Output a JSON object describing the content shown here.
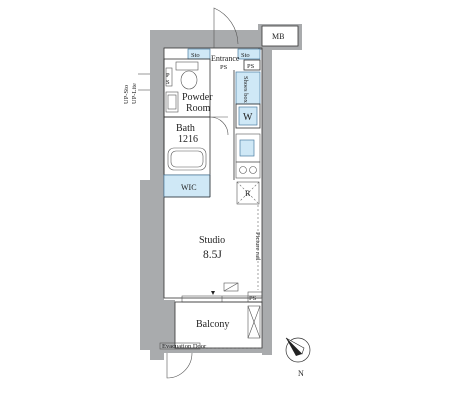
{
  "labels": {
    "mb": "MB",
    "sto_left": "Sto",
    "sto_right": "Sto",
    "entrance": "Entrance",
    "entrance_sub": "PS",
    "ps_entrance": "PS",
    "ps_balcony": "PS",
    "p_small": "P",
    "s_small": "S",
    "powder_room_1": "Powder",
    "powder_room_2": "Room",
    "shoes_box": "Shoes box",
    "w": "W",
    "bath_1": "Bath",
    "bath_2": "1216",
    "wic": "WIC",
    "r": "R",
    "studio": "Studio",
    "studio_size": "8.5J",
    "picture_rail": "Picture rail",
    "balcony": "Balcony",
    "evacuation_door": "Evacuation Door",
    "up_sto": "UP-Sto",
    "up_lite": "UP-Lite",
    "north": "N"
  },
  "colors": {
    "wall": "#a9abad",
    "fixture_fill": "#cfe8f6",
    "fixture_stroke": "#4a7da3"
  }
}
